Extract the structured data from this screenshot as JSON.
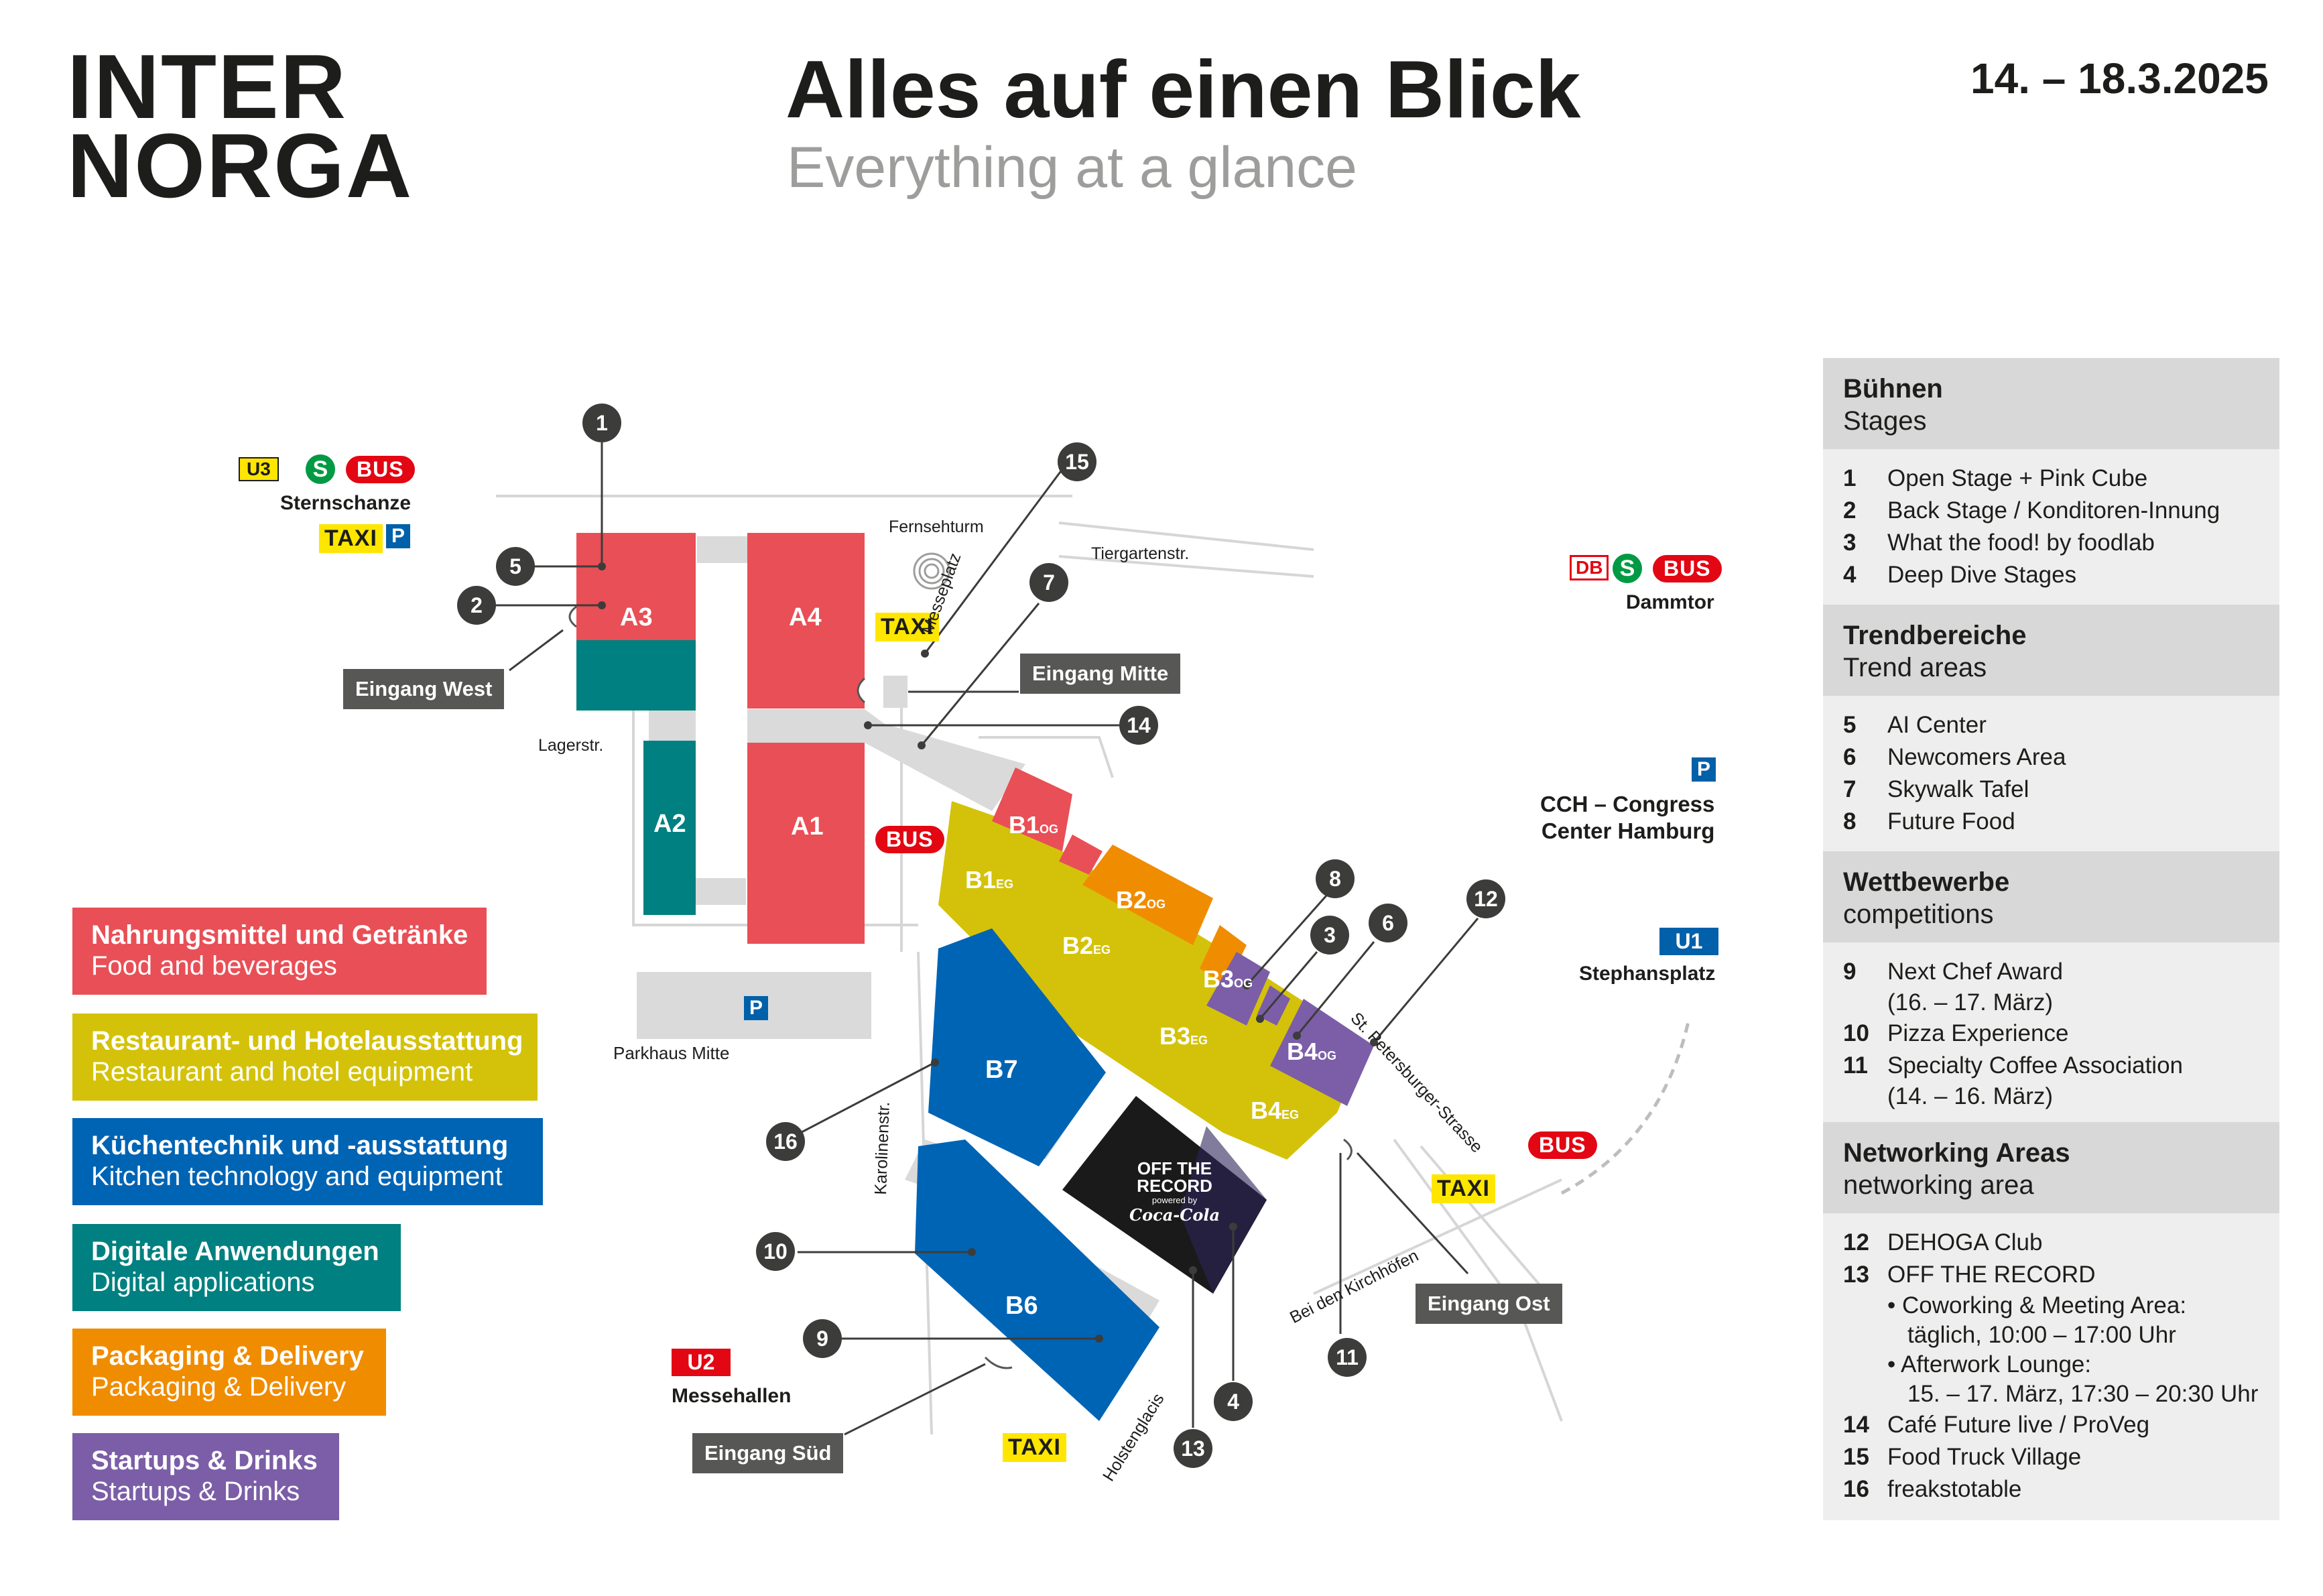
{
  "header": {
    "logo_line1": "INTER",
    "logo_line2": "NORGA",
    "title": "Alles auf einen Blick",
    "subtitle": "Everything at a glance",
    "date": "14. – 18.3.2025"
  },
  "colors": {
    "food": "#e94f56",
    "restaurant": "#d4c20a",
    "kitchen": "#0064b4",
    "digital": "#008080",
    "packaging": "#f08c00",
    "startups": "#7b5ea7",
    "roads": "#dadada",
    "tag": "#575756",
    "bubble": "#3c3c3b"
  },
  "legend": [
    {
      "de": "Nahrungsmittel und Getränke",
      "en": "Food and beverages"
    },
    {
      "de": "Restaurant- und Hotelausstattung",
      "en": "Restaurant and hotel equipment"
    },
    {
      "de": "Küchentechnik und -ausstattung",
      "en": "Kitchen technology and equipment"
    },
    {
      "de": "Digitale Anwendungen",
      "en": "Digital applications"
    },
    {
      "de": "Packaging & Delivery",
      "en": "Packaging & Delivery"
    },
    {
      "de": "Startups & Drinks",
      "en": "Startups & Drinks"
    }
  ],
  "panel": {
    "stages": {
      "de": "Bühnen",
      "en": "Stages",
      "items": [
        {
          "n": "1",
          "t": "Open Stage + Pink Cube"
        },
        {
          "n": "2",
          "t": "Back Stage / Konditoren-Innung"
        },
        {
          "n": "3",
          "t": "What the food! by foodlab"
        },
        {
          "n": "4",
          "t": "Deep Dive Stages"
        }
      ]
    },
    "trends": {
      "de": "Trendbereiche",
      "en": "Trend areas",
      "items": [
        {
          "n": "5",
          "t": "AI Center"
        },
        {
          "n": "6",
          "t": "Newcomers Area"
        },
        {
          "n": "7",
          "t": "Skywalk Tafel"
        },
        {
          "n": "8",
          "t": "Future Food"
        }
      ]
    },
    "competitions": {
      "de": "Wettbewerbe",
      "en": "competitions",
      "items": [
        {
          "n": "9",
          "t": "Next Chef Award",
          "sub": "(16. – 17. März)"
        },
        {
          "n": "10",
          "t": "Pizza Experience"
        },
        {
          "n": "11",
          "t": "Specialty Coffee Association",
          "sub": "(14. – 16. März)"
        }
      ]
    },
    "networking": {
      "de": "Networking Areas",
      "en": "networking area",
      "items": [
        {
          "n": "12",
          "t": "DEHOGA Club"
        },
        {
          "n": "13",
          "t": "OFF THE RECORD"
        },
        {
          "n": "14",
          "t": "Café Future live / ProVeg"
        },
        {
          "n": "15",
          "t": "Food Truck Village"
        },
        {
          "n": "16",
          "t": "freakstotable"
        }
      ],
      "off_record_details": [
        "• Coworking & Meeting Area:",
        "täglich, 10:00 – 17:00 Uhr",
        "• Afterwork Lounge:",
        "15. – 17. März, 17:30 – 20:30 Uhr"
      ]
    }
  },
  "halls": {
    "a3": "A3",
    "a4": "A4",
    "a2": "A2",
    "a1": "A1",
    "b1og": "B1",
    "b1eg": "B1",
    "b2og": "B2",
    "b2eg": "B2",
    "b3og": "B3",
    "b3eg": "B3",
    "b4og": "B4",
    "b4eg": "B4",
    "b7": "B7",
    "b6": "B6",
    "og": "OG",
    "eg": "EG"
  },
  "off_record": {
    "l1": "OFF THE",
    "l2": "RECORD",
    "l3": "powered by",
    "l4": "Coca-Cola"
  },
  "entrances": {
    "west": "Eingang West",
    "mitte": "Eingang Mitte",
    "ost": "Eingang Ost",
    "sued": "Eingang Süd"
  },
  "stations": {
    "sternschanze": "Sternschanze",
    "dammtor": "Dammtor",
    "cch_l1": "CCH – Congress",
    "cch_l2": "Center Hamburg",
    "stephansplatz": "Stephansplatz",
    "messehallen": "Messehallen",
    "parkhaus": "Parkhaus Mitte"
  },
  "transit": {
    "u3": "U3",
    "u1": "U1",
    "u2": "U2",
    "s": "S",
    "bus": "BUS",
    "taxi": "TAXI",
    "db": "DB",
    "p": "P"
  },
  "streets": {
    "fernsehturm": "Fernsehturm",
    "tiergarten": "Tiergartenstr.",
    "messeplatz": "Messeplatz",
    "lagerstr": "Lagerstr.",
    "karolinen": "Karolinenstr.",
    "petersburger": "St. Petersburger-Strasse",
    "kirchhoefen": "Bei den Kirchhöfen",
    "holstenglacis": "Holstenglacis"
  },
  "bubbles": [
    "1",
    "2",
    "3",
    "4",
    "5",
    "6",
    "7",
    "8",
    "9",
    "10",
    "11",
    "12",
    "13",
    "14",
    "15",
    "16"
  ]
}
